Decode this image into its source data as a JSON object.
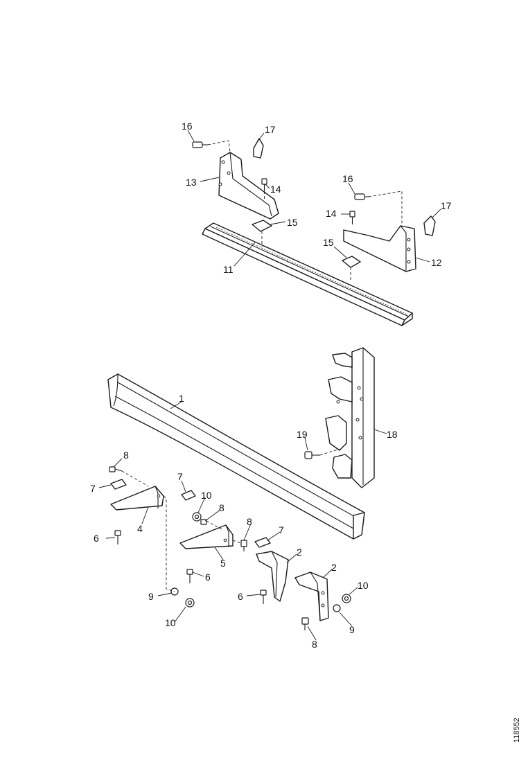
{
  "diagram": {
    "reference_code": "118552",
    "callouts": {
      "c1": "1",
      "c2a": "2",
      "c2b": "2",
      "c4": "4",
      "c5": "5",
      "c6a": "6",
      "c6b": "6",
      "c6c": "6",
      "c7a": "7",
      "c7b": "7",
      "c7c": "7",
      "c8a": "8",
      "c8b": "8",
      "c8c": "8",
      "c8d": "8",
      "c9a": "9",
      "c9b": "9",
      "c10a": "10",
      "c10b": "10",
      "c10c": "10",
      "c11": "11",
      "c12": "12",
      "c13": "13",
      "c14a": "14",
      "c14b": "14",
      "c15a": "15",
      "c15b": "15",
      "c16a": "16",
      "c16b": "16",
      "c17a": "17",
      "c17b": "17",
      "c18": "18",
      "c19": "19"
    }
  }
}
